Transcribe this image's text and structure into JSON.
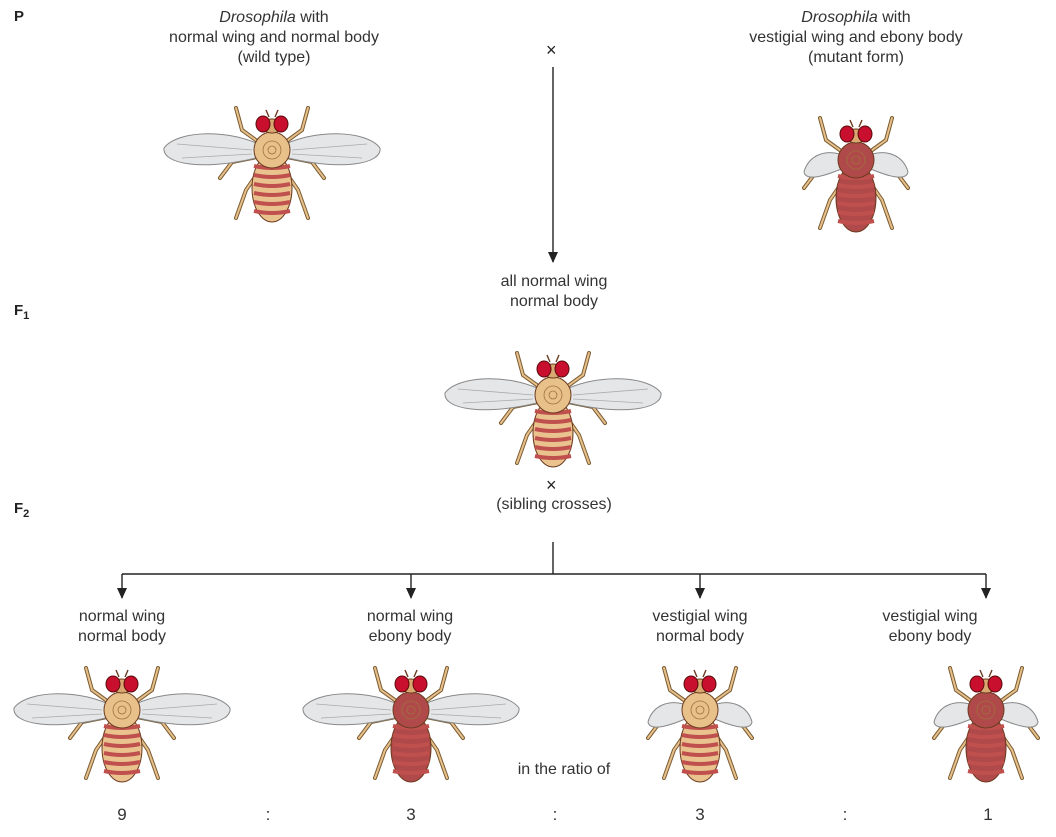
{
  "generations": {
    "p": "P",
    "f1": "F",
    "f1_sub": "1",
    "f2": "F",
    "f2_sub": "2"
  },
  "parents": {
    "left": {
      "line1_italic": "Drosophila",
      "line1_rest": " with",
      "line2": "normal wing and normal body",
      "line3": "(wild type)"
    },
    "right": {
      "line1_italic": "Drosophila",
      "line1_rest": " with",
      "line2": "vestigial wing and ebony body",
      "line3": "(mutant form)"
    }
  },
  "cross_symbol": "×",
  "f1": {
    "line1": "all normal wing",
    "line2": "normal body"
  },
  "sibling": {
    "symbol": "×",
    "label": "(sibling crosses)"
  },
  "offspring": [
    {
      "line1": "normal wing",
      "line2": "normal body",
      "ratio": "9"
    },
    {
      "line1": "normal wing",
      "line2": "ebony body",
      "ratio": "3"
    },
    {
      "line1": "vestigial wing",
      "line2": "normal body",
      "ratio": "3"
    },
    {
      "line1": "vestigial wing",
      "line2": "ebony body",
      "ratio": "1"
    }
  ],
  "ratio_label": "in the ratio of",
  "ratio_sep": ":",
  "colors": {
    "normal_body": "#e8c08a",
    "ebony_body": "#b04a4a",
    "eye": "#c8102e",
    "stripe": "#c0504d",
    "wing": "#e4e6e8"
  },
  "icons": [
    "fruit-fly-icon"
  ]
}
